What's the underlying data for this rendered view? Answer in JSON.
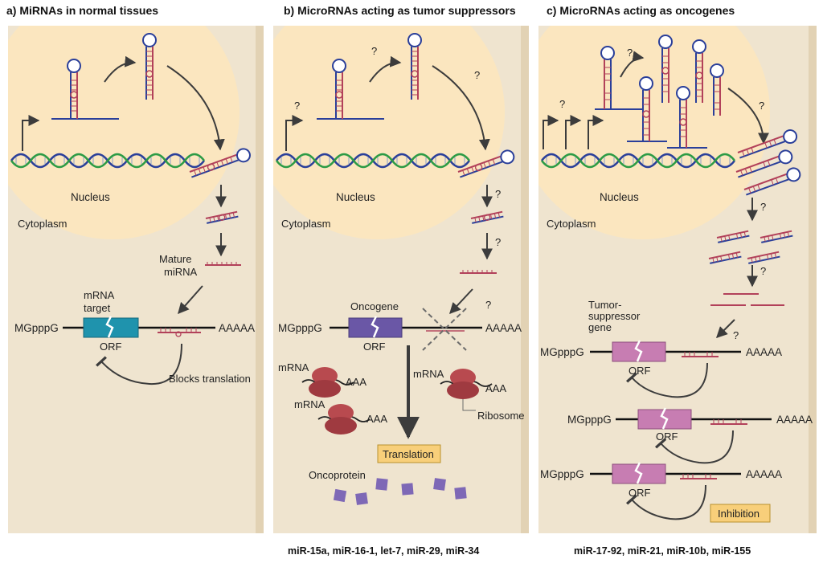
{
  "titles": {
    "a": "a) MiRNAs in normal tissues",
    "b": "b) MicroRNAs acting as tumor suppressors",
    "c": "c) MicroRNAs acting as oncogenes"
  },
  "common": {
    "nucleus": "Nucleus",
    "cytoplasm": "Cytoplasm",
    "cap": "MGpppG",
    "polya": "AAAAA",
    "orf": "ORF",
    "question": "?"
  },
  "panel_a": {
    "mature_line1": "Mature",
    "mature_line2": "miRNA",
    "target_line1": "mRNA",
    "target_line2": "target",
    "blocks": "Blocks translation"
  },
  "panel_b": {
    "oncogene": "Oncogene",
    "mrna": "mRNA",
    "aaa": "AAA",
    "ribosome": "Ribosome",
    "translation": "Translation",
    "oncoprotein": "Oncoprotein",
    "footer": "miR-15a, miR-16-1, let-7, miR-29, miR-34"
  },
  "panel_c": {
    "tsg_line1": "Tumor-",
    "tsg_line2": "suppressor",
    "tsg_line3": "gene",
    "inhibition": "Inhibition",
    "footer": "miR-17-92, miR-21, miR-10b, miR-155"
  },
  "colors": {
    "panel_bg": "#efe4cf",
    "nucleus_fill": "#fbe6bf",
    "strand_blue": "#2a3f9a",
    "strand_green": "#2c9b45",
    "strand_red": "#b2415a",
    "orf_teal": "#1f93ad",
    "orf_purple": "#6a57a6",
    "orf_pink": "#c77db2",
    "ribosome": "#b84a4f",
    "label_box": "#f8cf7a",
    "protein": "#7e68b6",
    "dark_gray": "#3c3c3c"
  }
}
